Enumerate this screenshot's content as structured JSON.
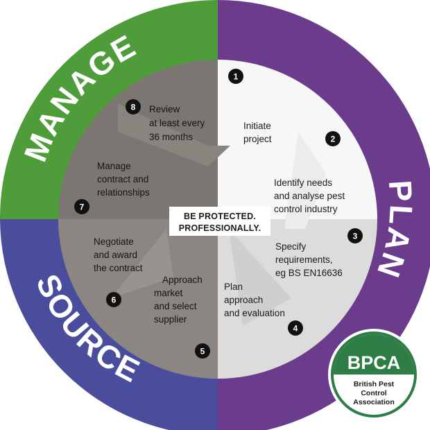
{
  "segments": {
    "manage": "MANAGE",
    "plan": "PLAN",
    "source": "SOURCE"
  },
  "colors": {
    "manage": "#4f9c3a",
    "plan": "#6b3b8c",
    "source": "#4a4d9c",
    "badge": "#2e7d46"
  },
  "center": {
    "line1": "BE PROTECTED.",
    "line2": "PROFESSIONALLY."
  },
  "steps": [
    {
      "num": "1",
      "lines": []
    },
    {
      "num": "2",
      "lines": [
        "Initiate",
        "project"
      ]
    },
    {
      "num": "3",
      "lines": [
        "Identify needs",
        "and analyse pest",
        "control industry"
      ]
    },
    {
      "num": "4",
      "lines": [
        "Specify",
        "requirements,",
        "eg BS EN16636"
      ]
    },
    {
      "num": "5",
      "lines": [
        "Plan",
        "approach",
        "and evaluation"
      ]
    },
    {
      "num": "6",
      "lines": [
        "Approach",
        "market",
        "and select",
        "supplier"
      ]
    },
    {
      "num": "7",
      "lines": [
        "Negotiate",
        "and award",
        "the contract"
      ]
    },
    {
      "num": "8",
      "lines": [
        "Manage",
        "contract and",
        "relationships"
      ]
    }
  ],
  "review": [
    "Review",
    "at least every",
    "36 months"
  ],
  "badge": {
    "title": "BPCA",
    "line1": "British Pest",
    "line2": "Control",
    "line3": "Association"
  }
}
